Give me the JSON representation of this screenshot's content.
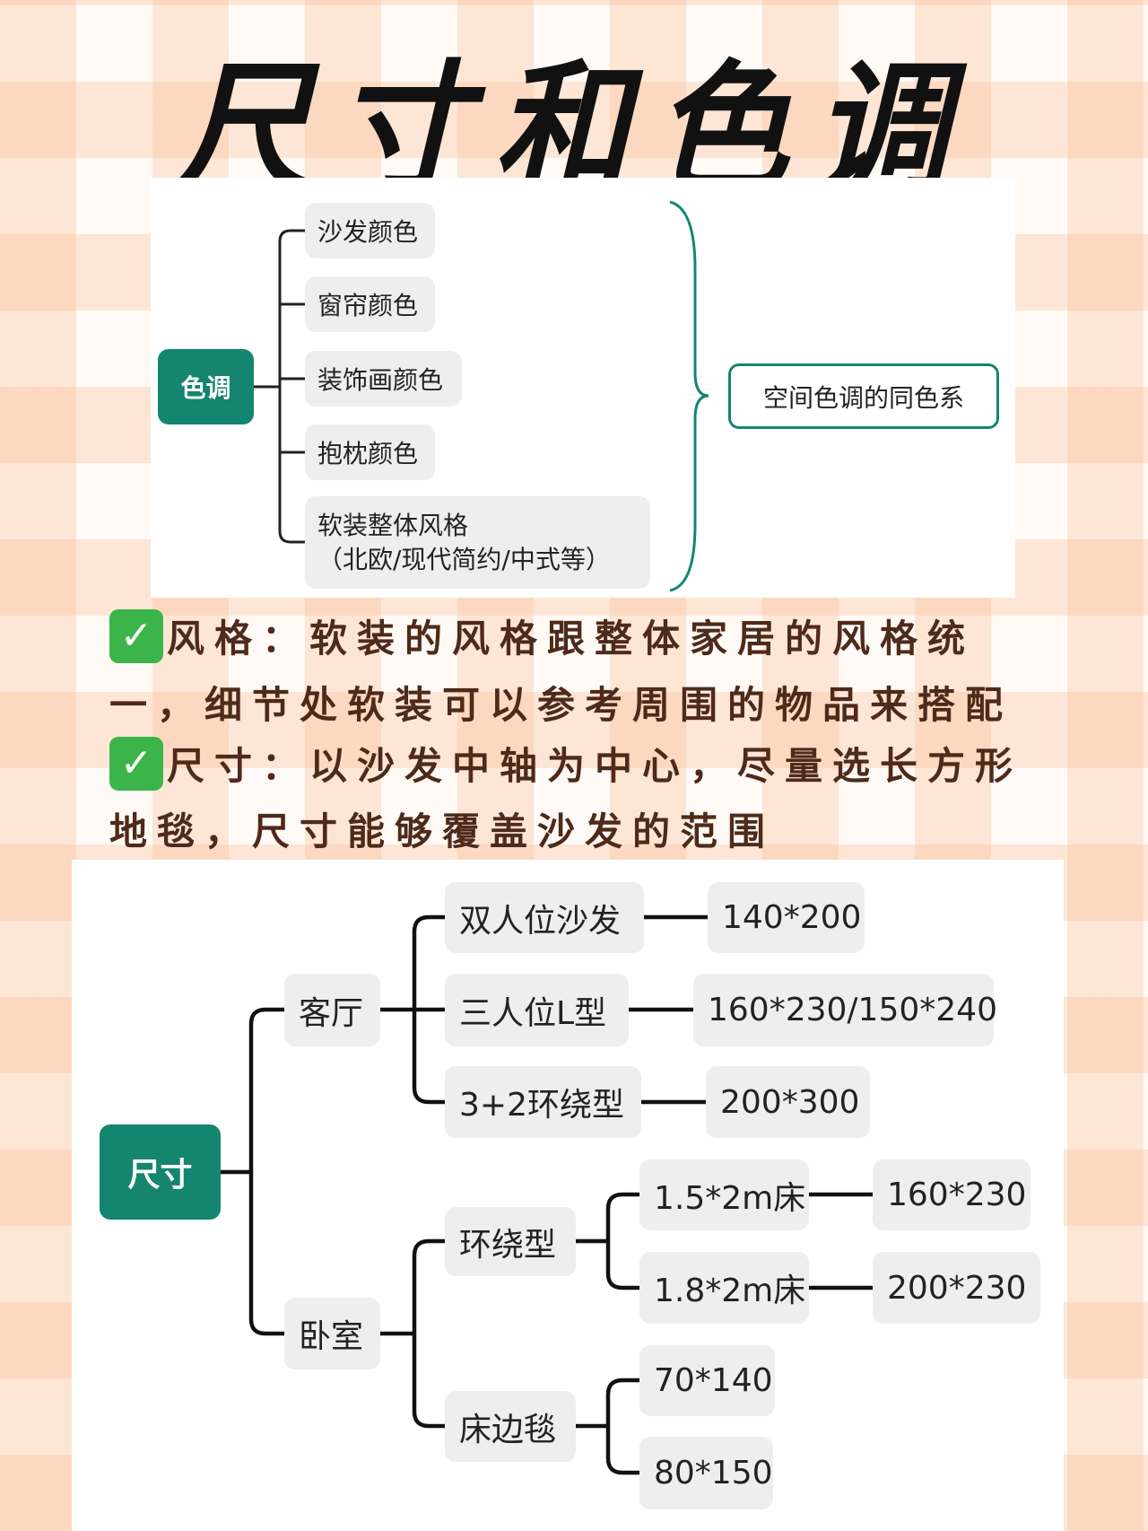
{
  "title": "尺寸和色调",
  "colors": {
    "accent": "#14856f",
    "text": "#4e2a1a",
    "node_bg": "#eeeeee"
  },
  "tone_map": {
    "root": "色调",
    "items": [
      "沙发颜色",
      "窗帘颜色",
      "装饰画颜色",
      "抱枕颜色"
    ],
    "style_item": {
      "line1": "软装整体风格",
      "line2": "（北欧/现代简约/中式等）"
    },
    "conclusion": "空间色调的同色系"
  },
  "notes": [
    {
      "icon": "check-mark-icon",
      "line1": "风格：软装的风格跟整体家居的风格统",
      "line2": "一，细节处软装可以参考周围的物品来搭配"
    },
    {
      "icon": "check-mark-icon",
      "line1": "尺寸：以沙发中轴为中心，尽量选长方形",
      "line2": "地毯，尺寸能够覆盖沙发的范围"
    }
  ],
  "size_map": {
    "root": "尺寸",
    "living_room": {
      "label": "客厅",
      "items": [
        {
          "label": "双人位沙发",
          "size": "140*200"
        },
        {
          "label": "三人位L型",
          "size": "160*230/150*240"
        },
        {
          "label": "3+2环绕型",
          "size": "200*300"
        }
      ]
    },
    "bedroom": {
      "label": "卧室",
      "surround": {
        "label": "环绕型",
        "items": [
          {
            "label": "1.5*2m床",
            "size": "160*230"
          },
          {
            "label": "1.8*2m床",
            "size": "200*230"
          }
        ]
      },
      "bedside": {
        "label": "床边毯",
        "items": [
          "70*140",
          "80*150"
        ]
      }
    }
  }
}
